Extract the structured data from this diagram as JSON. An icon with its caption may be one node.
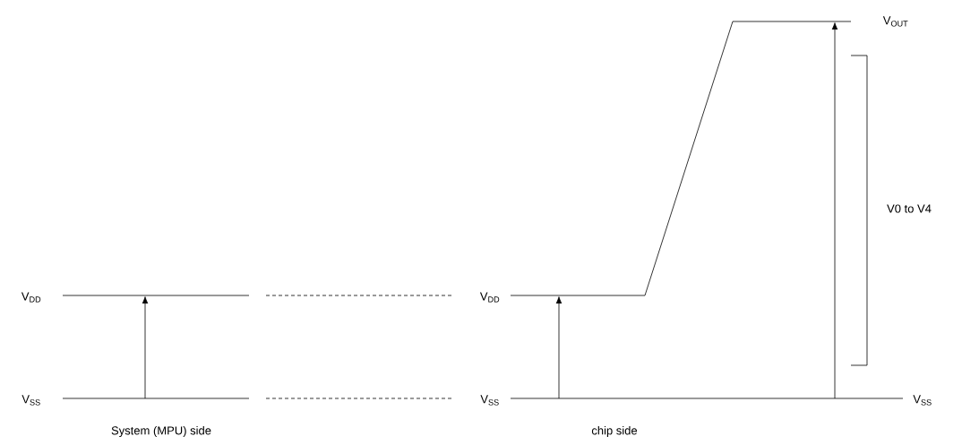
{
  "diagram": {
    "labels": [
      "V$_{OUT}$",
      "V0 to V4",
      "V$_{DD}$",
      "V$_{DD}$",
      "V$_{SS}$",
      "V$_{SS}$",
      "V$_{SS}$",
      "System (MPU) side",
      "chip side"
    ]
  }
}
